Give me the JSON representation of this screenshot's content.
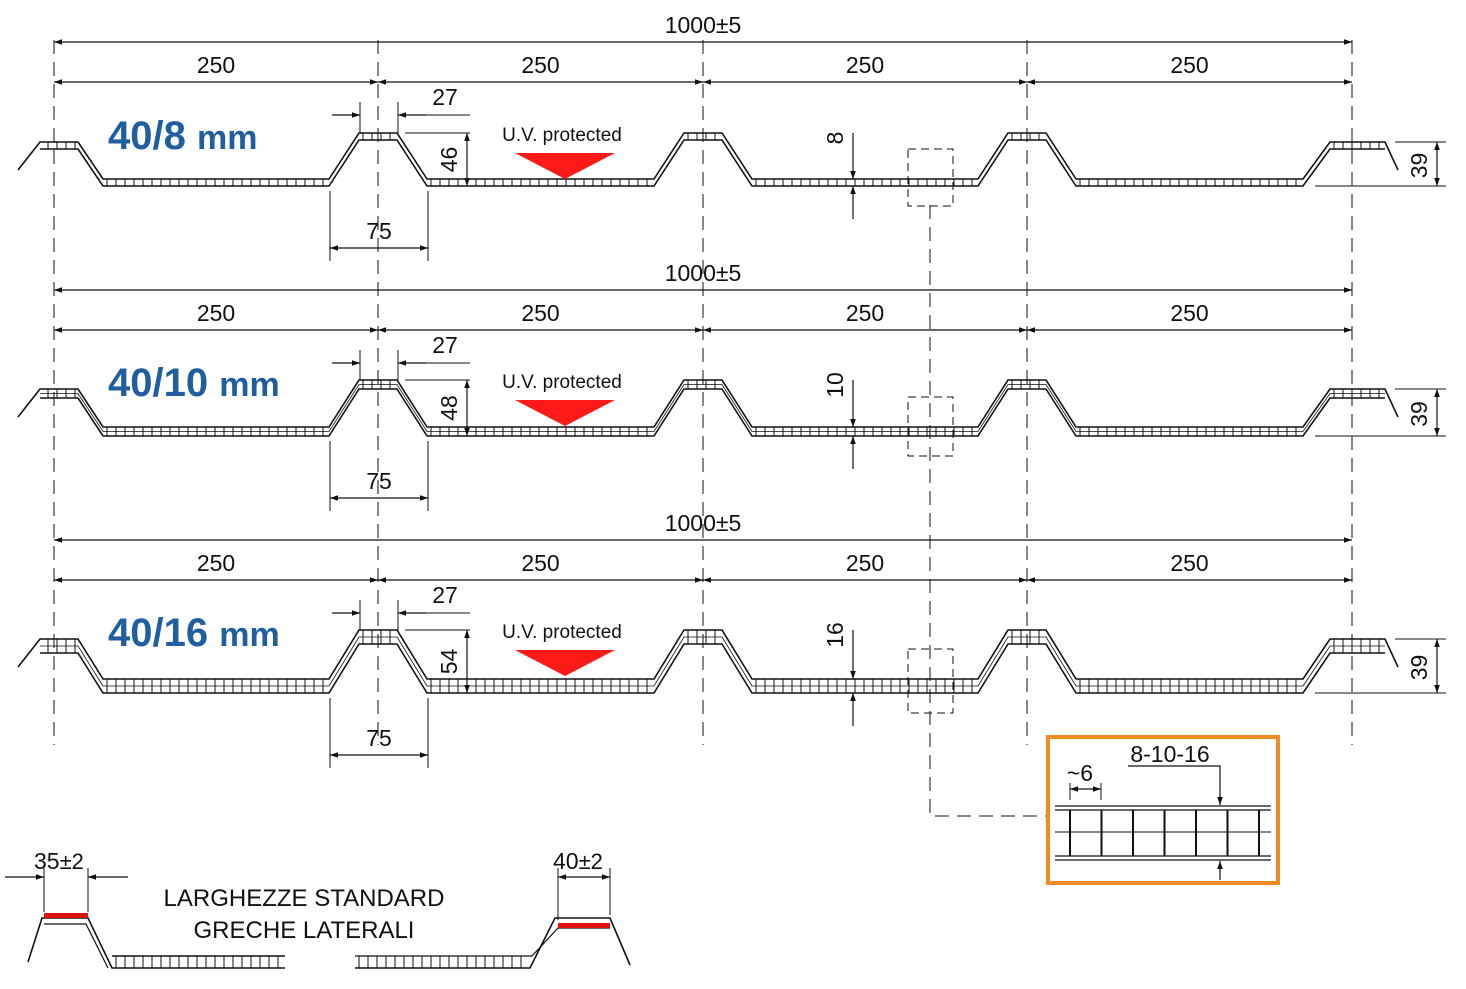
{
  "profiles": [
    {
      "label_num": "40/8",
      "label_unit": "mm",
      "total": "1000±5",
      "segments": [
        "250",
        "250",
        "250",
        "250"
      ],
      "top_width": "27",
      "bottom_width": "75",
      "height": "46",
      "thickness": "8",
      "edge_height": "39",
      "uv": "U.V. protected"
    },
    {
      "label_num": "40/10",
      "label_unit": "mm",
      "total": "1000±5",
      "segments": [
        "250",
        "250",
        "250",
        "250"
      ],
      "top_width": "27",
      "bottom_width": "75",
      "height": "48",
      "thickness": "10",
      "edge_height": "39",
      "uv": "U.V. protected"
    },
    {
      "label_num": "40/16",
      "label_unit": "mm",
      "total": "1000±5",
      "segments": [
        "250",
        "250",
        "250",
        "250"
      ],
      "top_width": "27",
      "bottom_width": "75",
      "height": "54",
      "thickness": "16",
      "edge_height": "39",
      "uv": "U.V. protected"
    }
  ],
  "detail": {
    "cell_width": "~6",
    "thickness": "8-10-16"
  },
  "side_ribs": {
    "left_main": "35",
    "left_tol": "±2",
    "right_main": "40",
    "right_tol": "±2",
    "caption_line1": "LARGHEZZE STANDARD",
    "caption_line2": "GRECHE LATERALI"
  },
  "colors": {
    "label": "#1f5fa0",
    "uv_arrow": "#ff1a1a",
    "detail_frame": "#f08a24",
    "rib_mark": "#e01010"
  }
}
